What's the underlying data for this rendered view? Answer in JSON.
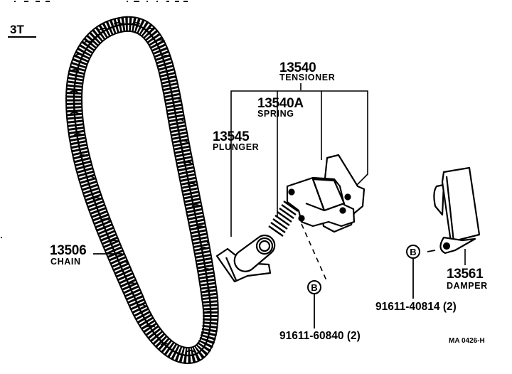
{
  "variant": {
    "label": "3T"
  },
  "parts": [
    {
      "id": "chain",
      "number": "13506",
      "name": "CHAIN"
    },
    {
      "id": "tensioner",
      "number": "13540",
      "name": "TENSIONER"
    },
    {
      "id": "spring",
      "number": "13540A",
      "name": "SPRING"
    },
    {
      "id": "plunger",
      "number": "13545",
      "name": "PLUNGER"
    },
    {
      "id": "damper",
      "number": "13561",
      "name": "DAMPER"
    }
  ],
  "bolts": [
    {
      "id": "tensioner-bolt",
      "marker": "B",
      "number": "91611-60840 (2)"
    },
    {
      "id": "damper-bolt",
      "marker": "B",
      "number": "91611-40814 (2)"
    }
  ],
  "figure_code": "MA 0426-H",
  "colors": {
    "ink": "#000000",
    "paper": "#ffffff"
  }
}
